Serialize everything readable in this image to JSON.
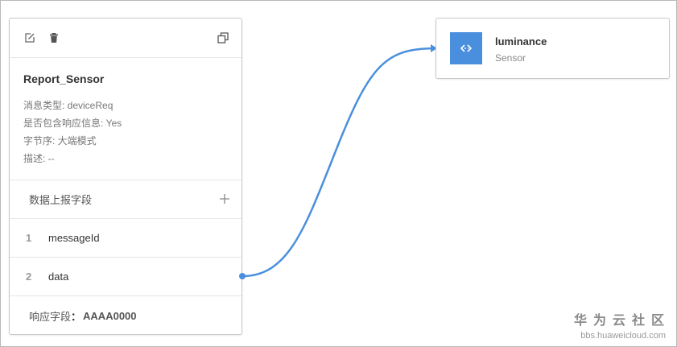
{
  "message": {
    "name": "Report_Sensor",
    "info": [
      "消息类型: deviceReq",
      "是否包含响应信息: Yes",
      "字节序: 大端模式",
      "描述: --"
    ],
    "section_title": "数据上报字段",
    "fields": [
      {
        "index": "1",
        "name": "messageId"
      },
      {
        "index": "2",
        "name": "data"
      }
    ],
    "response_label": "响应字段",
    "response_sep": "：",
    "response_value": "AAAA0000",
    "toolbar_icons": [
      "edit-icon",
      "delete-icon",
      "copy-icon"
    ]
  },
  "property": {
    "name": "luminance",
    "service": "Sensor",
    "icon": "property-link-icon"
  },
  "colors": {
    "accent": "#4a8fde",
    "connector": "#4a8fde"
  },
  "watermark": {
    "title": "华为云社区",
    "url": "bbs.huaweicloud.com"
  }
}
